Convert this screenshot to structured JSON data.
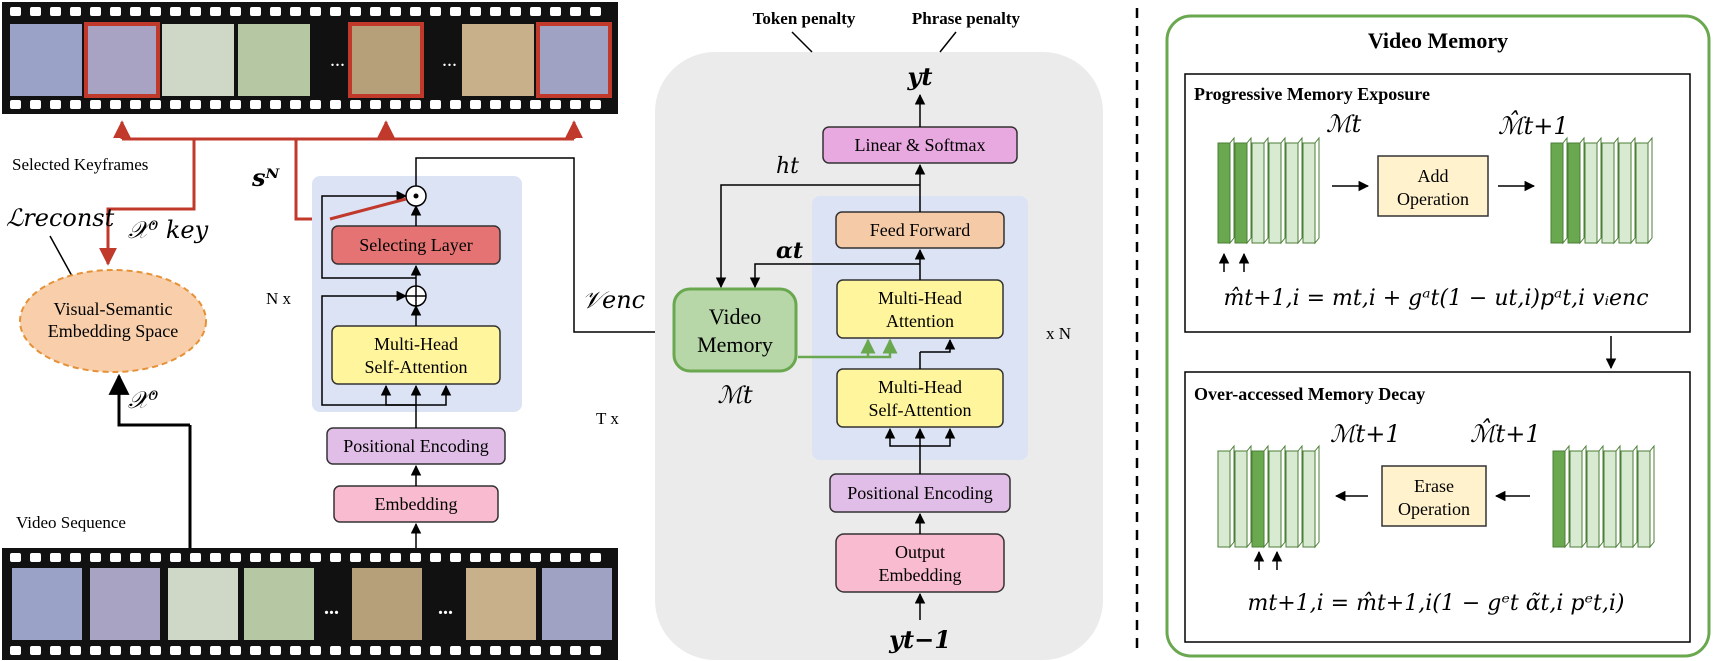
{
  "colors": {
    "self_attention_fill": "#fff59d",
    "selecting_layer_fill": "#e57373",
    "positional_fill": "#e1bee7",
    "embedding_fill": "#f8bbd0",
    "feed_forward_fill": "#f5cba7",
    "linear_softmax_fill": "#e8a8e0",
    "video_memory_fill": "#b7d7a8",
    "embedding_space_fill": "#f8cfaa",
    "encoder_block_fill": "#dce3f5",
    "decoder_panel_fill": "#ebebeb",
    "keyframe_arrow": "#c0392b",
    "memory_border": "#6aa84f",
    "memory_dark": "#6aa84f",
    "memory_light": "#d9ead3",
    "operation_fill": "#fff2cc"
  },
  "left": {
    "selected_keyframes": "Selected Keyframes",
    "video_sequence": "Video Sequence",
    "loss_label": "ℒreconst",
    "embedding_space": [
      "Visual-Semantic",
      "Embedding Space"
    ],
    "x_key": "𝒳⁰ key",
    "x_zero": "𝒳⁰",
    "s_n": "sᴺ",
    "ellipsis": "..."
  },
  "encoder": {
    "selecting_layer": "Selecting Layer",
    "self_attention": [
      "Multi-Head",
      "Self-Attention"
    ],
    "positional_encoding": "Positional Encoding",
    "embedding": "Embedding",
    "repeat": "N x",
    "v_enc": "𝒱enc"
  },
  "decoder": {
    "token_penalty": "Token penalty",
    "phrase_penalty": "Phrase penalty",
    "y_t": "yt",
    "y_t_minus_1": "yt−1",
    "linear_softmax": "Linear & Softmax",
    "feed_forward": "Feed Forward",
    "attention": [
      "Multi-Head",
      "Attention"
    ],
    "self_attention": [
      "Multi-Head",
      "Self-Attention"
    ],
    "positional_encoding": "Positional Encoding",
    "output_embedding": [
      "Output",
      "Embedding"
    ],
    "video_memory": [
      "Video",
      "Memory"
    ],
    "memory_symbol": "ℳt",
    "h_t": "ht",
    "alpha_t": "αt",
    "repeat_n": "x N",
    "repeat_t": "T  x"
  },
  "memory_panel": {
    "title": "Video Memory",
    "section1": {
      "title": "Progressive Memory Exposure",
      "m_left": "ℳt",
      "m_right": "ℳ̂t+1",
      "operation": [
        "Add",
        "Operation"
      ],
      "formula": "m̂t+1,i = mt,i + gᵃt(1 − ut,i)pᵃt,i vᵢenc"
    },
    "section2": {
      "title": "Over-accessed Memory Decay",
      "m_left": "ℳt+1",
      "m_right": "ℳ̂t+1",
      "operation": [
        "Erase",
        "Operation"
      ],
      "formula": "mt+1,i = m̂t+1,i(1 − gᵉt α̃t,i pᵉt,i)"
    }
  }
}
